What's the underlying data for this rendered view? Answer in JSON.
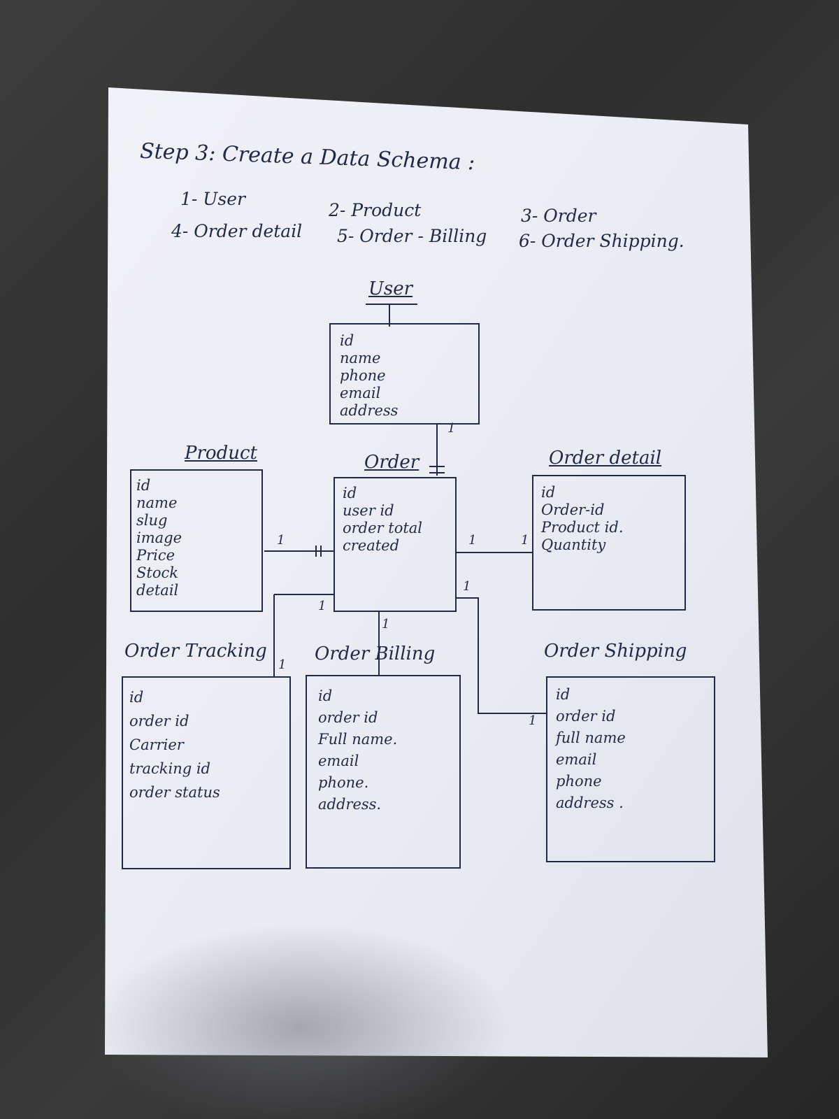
{
  "title": "Step 3: Create a Data Schema :",
  "list": {
    "item1": "1- User",
    "item2": "2- Product",
    "item3": "3- Order",
    "item4": "4- Order detail",
    "item5": "5- Order - Billing",
    "item6": "6- Order Shipping."
  },
  "entities": {
    "user": {
      "title": "User",
      "fields": [
        "id",
        "name",
        "phone",
        "email",
        "address"
      ]
    },
    "product": {
      "title": "Product",
      "fields": [
        "id",
        "name",
        "slug",
        "image",
        "Price",
        "Stock",
        "detail"
      ]
    },
    "order": {
      "title": "Order",
      "fields": [
        "id",
        "user id",
        "order total",
        "created"
      ]
    },
    "order_detail": {
      "title": "Order detail",
      "fields": [
        "id",
        "Order-id",
        "Product id.",
        "Quantity"
      ]
    },
    "order_tracking": {
      "title": "Order Tracking",
      "fields": [
        "id",
        "order id",
        "Carrier",
        "tracking id",
        "order status"
      ]
    },
    "order_billing": {
      "title": "Order Billing",
      "fields": [
        "id",
        "order id",
        "Full name.",
        "email",
        "phone.",
        "address."
      ]
    },
    "order_shipping": {
      "title": "Order Shipping",
      "fields": [
        "id",
        "order id",
        "full name",
        "email",
        "phone",
        "address ."
      ]
    }
  },
  "cardinality": {
    "user_order_top": "1",
    "product_order": "1",
    "order_detail_left": "1",
    "order_detail_right": "1",
    "order_tracking": "1",
    "tracking_left": "1",
    "order_billing": "1",
    "order_shipping": "1",
    "shipping_end": "1"
  },
  "colors": {
    "ink": "#1f2a4a",
    "paper": "#eef0f5"
  }
}
